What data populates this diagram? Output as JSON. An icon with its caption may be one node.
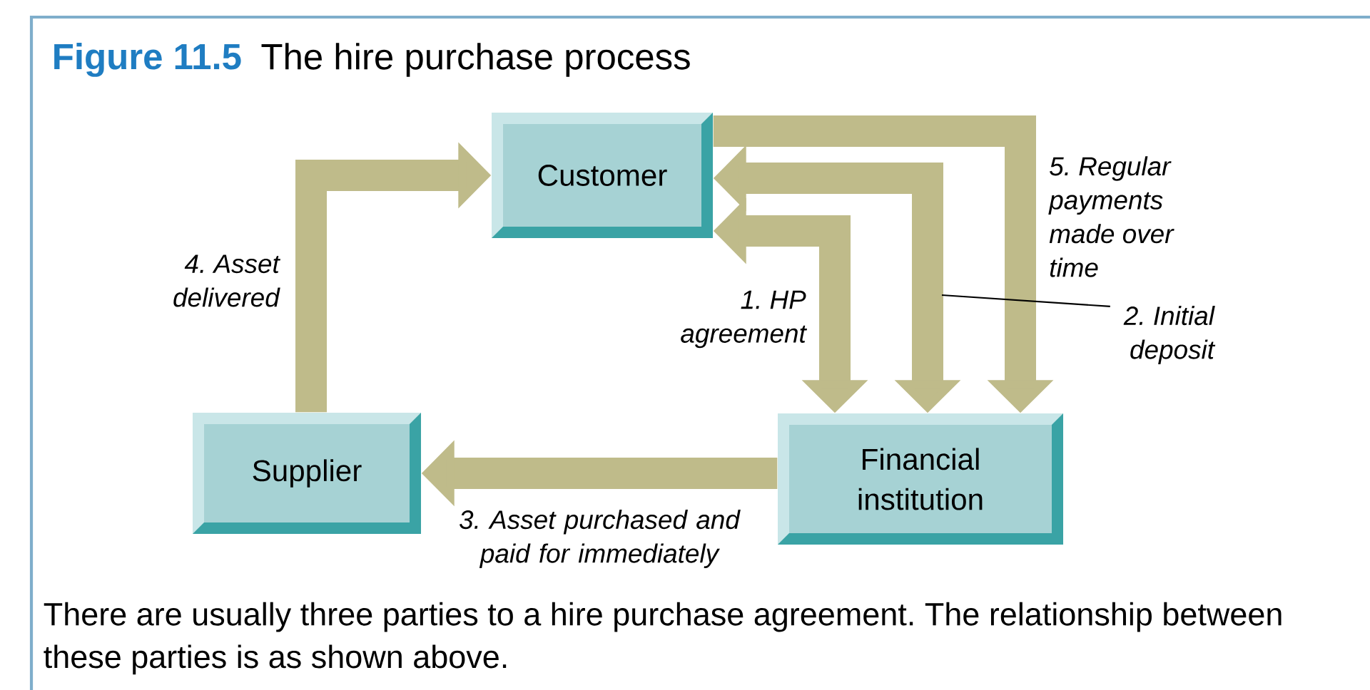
{
  "diagram": {
    "title": "The hire purchase process",
    "caption": "There are usually three parties to a hire purchase agreement. The relationship between these parties is as shown above.",
    "nodes": [
      {
        "text": [
          "Customer"
        ]
      },
      {
        "text": [
          "Supplier"
        ]
      },
      {
        "text": [
          "Financial institution"
        ]
      },
      {
        "text": [
          "2. Initial deposit"
        ]
      }
    ],
    "edges": [
      {
        "from": 0,
        "to": 2,
        "arrow": "both",
        "label": "1. HP agreement"
      },
      {
        "from": 0,
        "to": 2,
        "arrow": "both"
      },
      {
        "from": 2,
        "to": 1,
        "arrow": "to",
        "label": "3. Asset purchased and paid for immediately"
      },
      {
        "from": 1,
        "to": 0,
        "arrow": "to",
        "label": "4. Asset delivered"
      },
      {
        "from": 0,
        "to": 2,
        "arrow": "to",
        "label": "5. Regular payments made over time"
      },
      {
        "from": 3,
        "to": null,
        "arrow": "none",
        "color": "#000000"
      }
    ],
    "labels": [
      "Figure 11.5"
    ]
  }
}
